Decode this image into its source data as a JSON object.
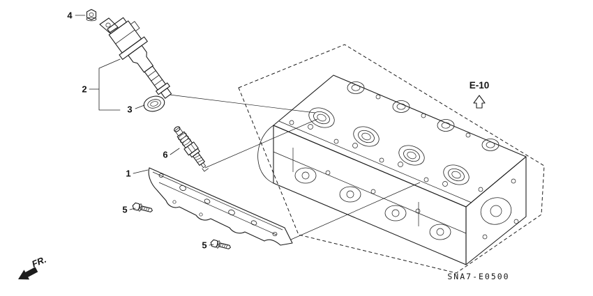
{
  "colors": {
    "line": "#1c1c1c",
    "background": "#ffffff"
  },
  "callouts": {
    "plate": "1",
    "coil": "2",
    "seal": "3",
    "nut": "4",
    "bolt_a": "5",
    "bolt_b": "5",
    "plug": "6"
  },
  "reference": {
    "label": "E-10"
  },
  "front_marker": {
    "label": "FR."
  },
  "footer": {
    "code": "SNA7-E0500"
  }
}
